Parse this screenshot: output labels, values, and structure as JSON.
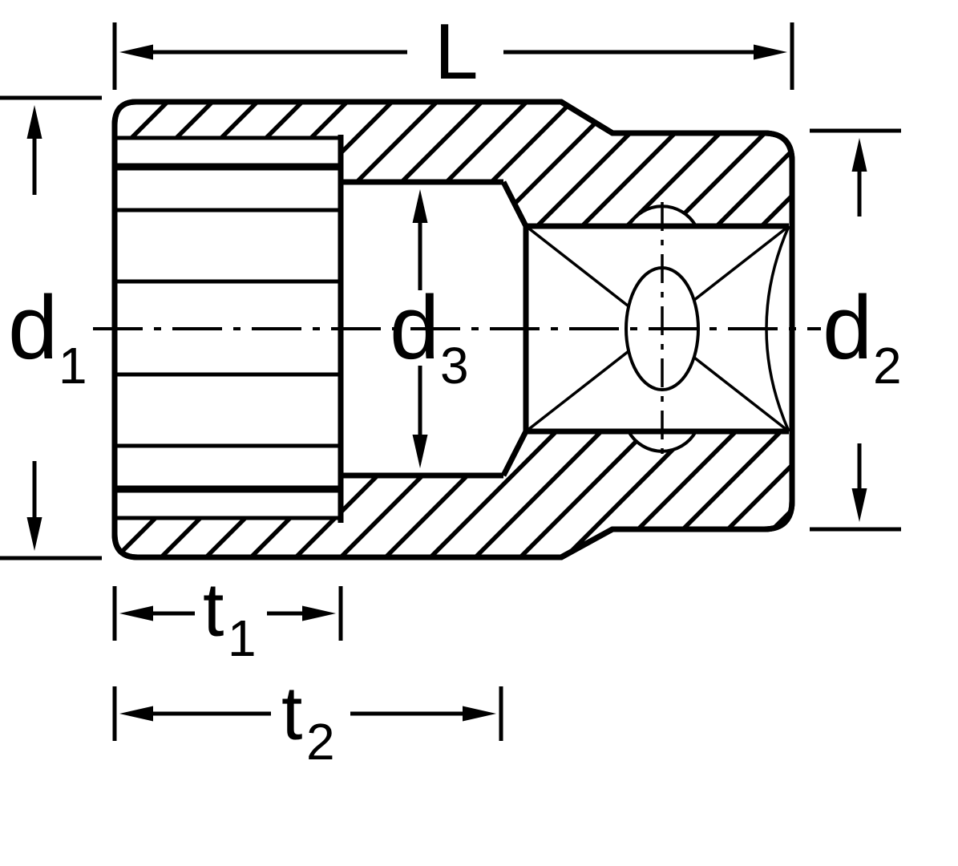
{
  "diagram": {
    "subject": "socket-wrench-socket-cross-section-dimension-drawing",
    "colors": {
      "background": "#ffffff",
      "line": "#000000"
    },
    "labels": {
      "L": {
        "base": "L",
        "sub": ""
      },
      "d1": {
        "base": "d",
        "sub": "1"
      },
      "d2": {
        "base": "d",
        "sub": "2"
      },
      "d3": {
        "base": "d",
        "sub": "3"
      },
      "t1": {
        "base": "t",
        "sub": "1"
      },
      "t2": {
        "base": "t",
        "sub": "2"
      }
    }
  }
}
